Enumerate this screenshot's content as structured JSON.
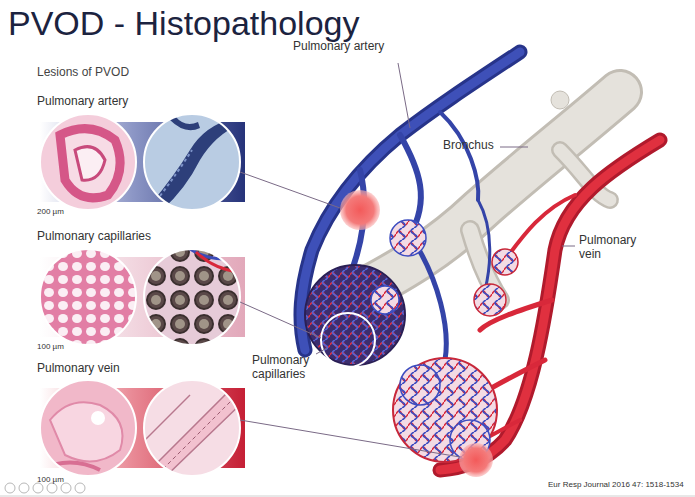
{
  "diagram": {
    "title": "PVOD - Histopathology",
    "labels": [
      "Lesions of PVOD",
      "Pulmonary artery",
      "200 µm",
      "Pulmonary capillaries",
      "100 µm",
      "Pulmonary vein",
      "100 µm",
      "Pulmonary artery",
      "Bronchus",
      "Pulmonary vein",
      "Pulmonary capillaries",
      "Eur Resp Journal 2016 47: 1518-1534"
    ]
  }
}
